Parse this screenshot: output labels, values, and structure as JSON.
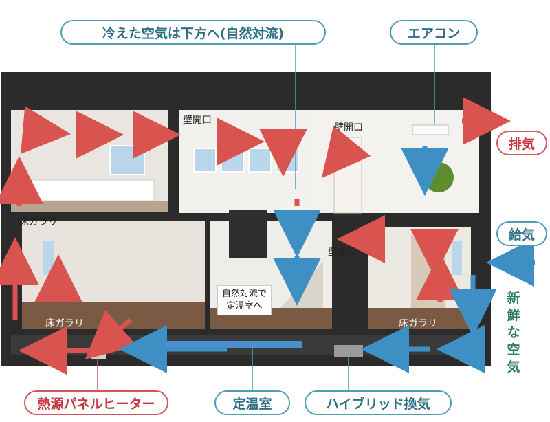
{
  "labels": {
    "natural_convection": "冷えた空気は下方へ(自然対流)",
    "aircon": "エアコン",
    "exhaust": "排気",
    "supply": "給気",
    "fresh_air": "新鮮な空気",
    "panel_heater": "熱源パネルヒーター",
    "constant_temp_room": "定温室",
    "hybrid_ventilation": "ハイブリッド換気",
    "wall_opening_1": "壁開口",
    "wall_opening_2": "壁開口",
    "wall_opening_3": "壁開口",
    "floor_grille_1": "床ガラリ",
    "floor_grille_2": "床ガラリ",
    "floor_grille_3": "床ガラリ",
    "note_line1": "自然対流で",
    "note_line2": "定温室へ"
  },
  "colors": {
    "warm_arrow": "#d9534f",
    "cool_arrow": "#3d8fc4",
    "pill_blue": "#4f9db5",
    "pill_red": "#d0575a",
    "fresh_text": "#2e7d5b",
    "house_frame": "#2b2b2b"
  }
}
